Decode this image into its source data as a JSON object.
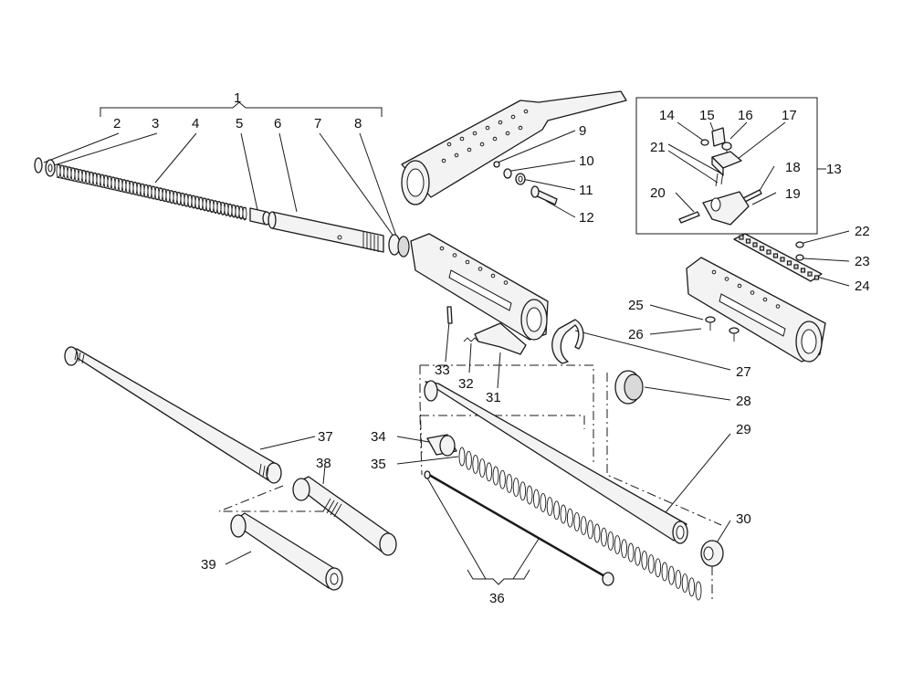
{
  "callouts": [
    "1",
    "2",
    "3",
    "4",
    "5",
    "6",
    "7",
    "8",
    "9",
    "10",
    "11",
    "12",
    "13",
    "14",
    "15",
    "16",
    "17",
    "18",
    "19",
    "20",
    "21",
    "22",
    "23",
    "24",
    "25",
    "26",
    "27",
    "28",
    "29",
    "30",
    "31",
    "32",
    "33",
    "34",
    "35",
    "36",
    "37",
    "38",
    "39"
  ]
}
